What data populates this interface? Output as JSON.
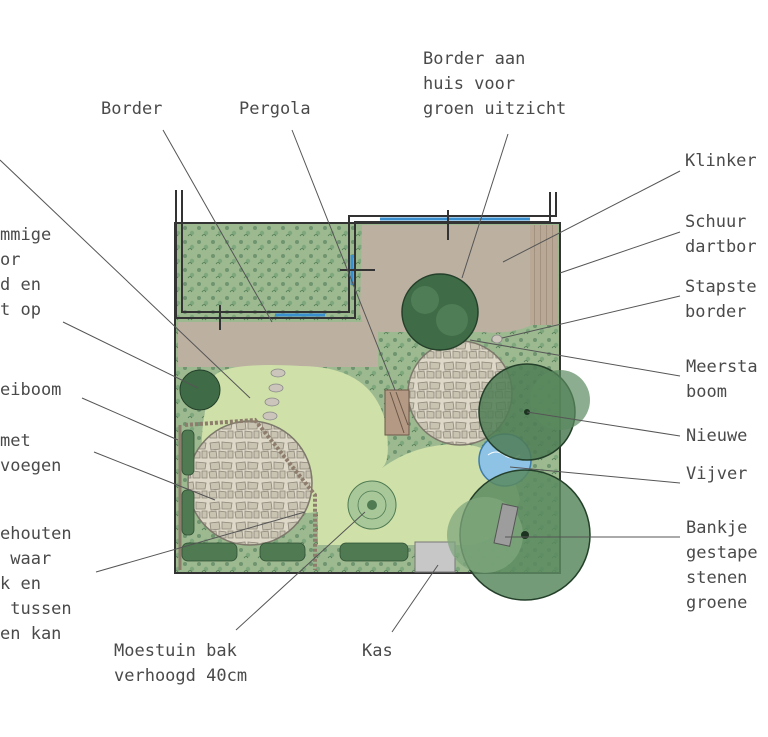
{
  "labels": {
    "border_house": "Border aan\nhuis voor\ngroen uitzicht",
    "border": "Border",
    "pergola": "Pergola",
    "klinkers": "Klinker",
    "schuur": "Schuur\ndartbor",
    "stapstenen": "Stapste\nborder",
    "meerstam": "Meersta\nboom",
    "nieuwe": "Nieuwe",
    "vijver": "Vijver",
    "bankje": "Bankje\ngestape\nstenen\ngroene",
    "left_1": "mmige\nor\nd en\nt op",
    "left_2": "eiboom",
    "left_3": "met\nvoegen",
    "left_4": "ehouten\n waar\nk en\n tussen\nen kan",
    "moestuin": "Moestuin bak\nverhoogd 40cm",
    "kas": "Kas"
  },
  "colors": {
    "lawn": "#cfe0a9",
    "paving": "#bcb0a1",
    "border_planting": "#8fae83",
    "tree_dark": "#3f6b46",
    "tree_mid": "#5b8a5f",
    "tree_light": "#7fa77d",
    "stone_circle": "#ddd8c8",
    "pond": "#8fc3e6",
    "line": "#666666",
    "text": "#4a4a4a",
    "window": "#3a8fcf"
  },
  "icons": {
    "tree": "tree-icon",
    "shrub": "shrub-icon",
    "pond": "pond-icon"
  }
}
